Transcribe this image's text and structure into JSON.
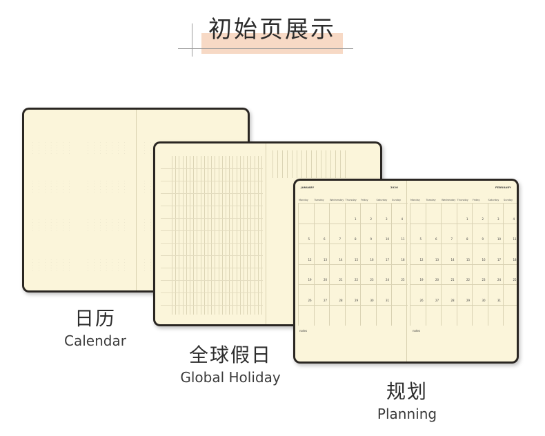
{
  "header": {
    "title": "初始页展示"
  },
  "captions": {
    "calendar_zh": "日历",
    "calendar_en": "Calendar",
    "holiday_zh": "全球假日",
    "holiday_en": "Global Holiday",
    "planning_zh": "规划",
    "planning_en": "Planning"
  },
  "planning": {
    "left_label": "JANUARY",
    "center_label": "2026",
    "right_label": "FEBRUARY",
    "weekdays": [
      "Monday",
      "Tuesday",
      "Wednesday",
      "Thursday",
      "Friday",
      "Saturday",
      "Sunday"
    ],
    "left_days": [
      [
        "",
        "",
        "",
        "1",
        "2",
        "3",
        "4"
      ],
      [
        "5",
        "6",
        "7",
        "8",
        "9",
        "10",
        "11"
      ],
      [
        "12",
        "13",
        "14",
        "15",
        "16",
        "17",
        "18"
      ],
      [
        "19",
        "20",
        "21",
        "22",
        "23",
        "24",
        "25"
      ],
      [
        "26",
        "27",
        "28",
        "29",
        "30",
        "31",
        ""
      ]
    ],
    "notes_label": "notes"
  },
  "colors": {
    "paper": "#fbf5da",
    "cover": "#2a2622",
    "highlight": "#f7d9c5"
  }
}
